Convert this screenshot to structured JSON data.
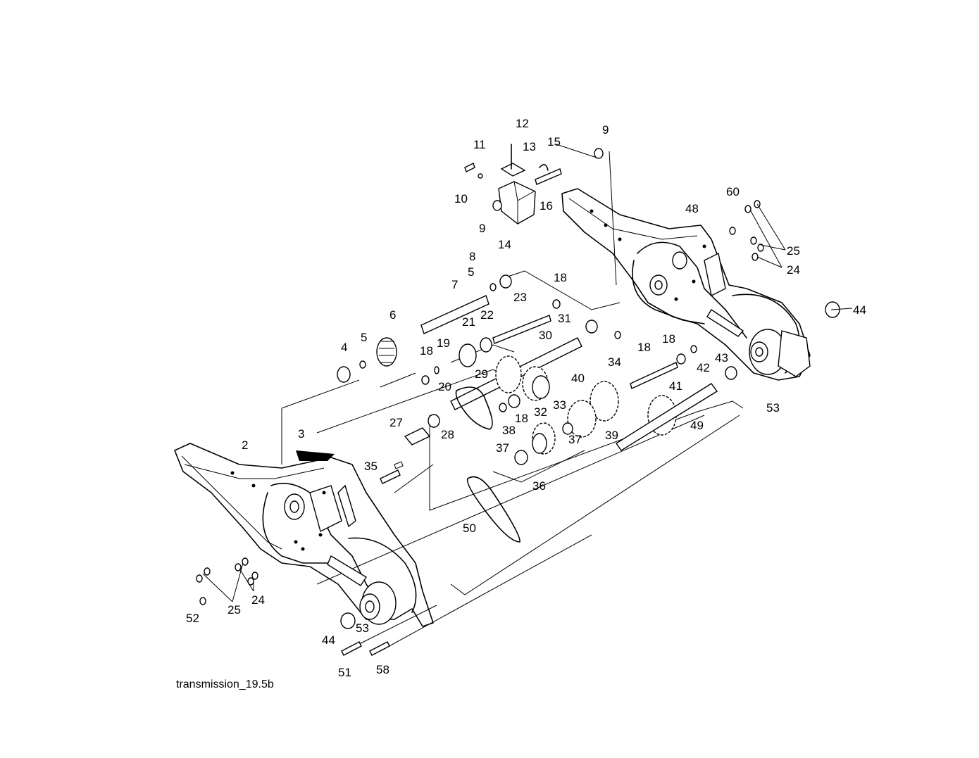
{
  "caption": "transmission_19.5b",
  "callouts": [
    {
      "text": "2"
    },
    {
      "text": "3"
    },
    {
      "text": "4"
    },
    {
      "text": "5"
    },
    {
      "text": "5"
    },
    {
      "text": "6"
    },
    {
      "text": "7"
    },
    {
      "text": "8"
    },
    {
      "text": "9"
    },
    {
      "text": "9"
    },
    {
      "text": "10"
    },
    {
      "text": "11"
    },
    {
      "text": "12"
    },
    {
      "text": "13"
    },
    {
      "text": "14"
    },
    {
      "text": "15"
    },
    {
      "text": "16"
    },
    {
      "text": "18"
    },
    {
      "text": "18"
    },
    {
      "text": "18"
    },
    {
      "text": "18"
    },
    {
      "text": "18"
    },
    {
      "text": "19"
    },
    {
      "text": "20"
    },
    {
      "text": "21"
    },
    {
      "text": "22"
    },
    {
      "text": "23"
    },
    {
      "text": "24"
    },
    {
      "text": "24"
    },
    {
      "text": "25"
    },
    {
      "text": "25"
    },
    {
      "text": "27"
    },
    {
      "text": "28"
    },
    {
      "text": "29"
    },
    {
      "text": "30"
    },
    {
      "text": "31"
    },
    {
      "text": "32"
    },
    {
      "text": "33"
    },
    {
      "text": "34"
    },
    {
      "text": "35"
    },
    {
      "text": "36"
    },
    {
      "text": "37"
    },
    {
      "text": "37"
    },
    {
      "text": "38"
    },
    {
      "text": "39"
    },
    {
      "text": "40"
    },
    {
      "text": "41"
    },
    {
      "text": "42"
    },
    {
      "text": "43"
    },
    {
      "text": "44"
    },
    {
      "text": "44"
    },
    {
      "text": "48"
    },
    {
      "text": "49"
    },
    {
      "text": "50"
    },
    {
      "text": "51"
    },
    {
      "text": "52"
    },
    {
      "text": "53"
    },
    {
      "text": "53"
    },
    {
      "text": "58"
    },
    {
      "text": "60"
    }
  ]
}
